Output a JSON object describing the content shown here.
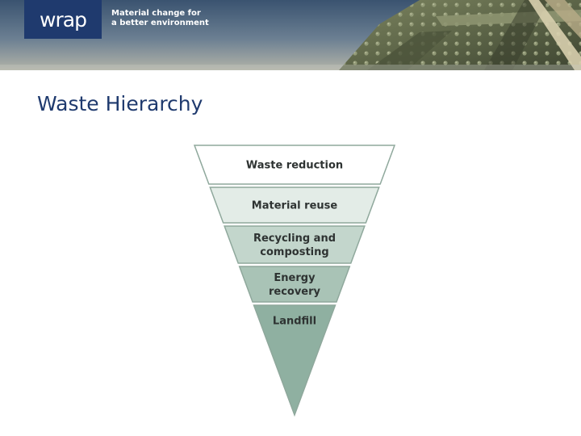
{
  "header": {
    "logo_text": "wrap",
    "tagline_line1": "Material change for",
    "tagline_line2": "a better environment"
  },
  "slide": {
    "title": "Waste Hierarchy"
  },
  "hierarchy": {
    "levels": [
      {
        "line1": "Waste reduction",
        "line2": "",
        "color": "#ffffff"
      },
      {
        "line1": "Material reuse",
        "line2": "",
        "color": "#e3ece7"
      },
      {
        "line1": "Recycling and",
        "line2": "composting",
        "color": "#c3d6cc"
      },
      {
        "line1": "Energy",
        "line2": "recovery",
        "color": "#a9c3b6"
      },
      {
        "line1": "Landfill",
        "line2": "",
        "color": "#8fb0a1"
      }
    ],
    "border_color": "#8fa89c"
  }
}
